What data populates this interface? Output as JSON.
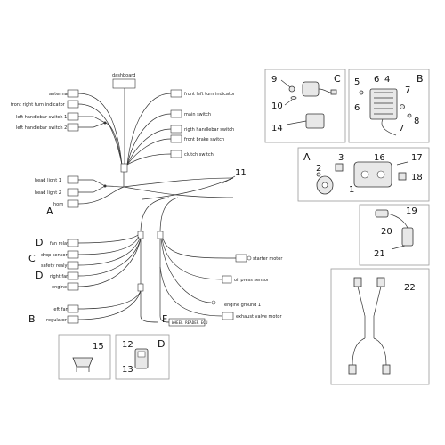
{
  "harness": {
    "labels": {
      "dashboard": "dashboard",
      "antenna": "antenna",
      "front_right_turn": "front right turn indicator",
      "left_switch_1": "left handlebar switch 1",
      "left_switch_2": "left handlebar switch 2",
      "head_light_1": "head light 1",
      "head_light_2": "head light 2",
      "horn": "horn",
      "front_left_turn": "front left turn indicator",
      "main_switch": "main switch",
      "right_switch": "rigth handlebar switch",
      "front_brake": "front brake switch",
      "clutch": "clutch switch",
      "fan_relay": "fan relay",
      "drop_sensor": "drop sensor",
      "safety_realy": "safety realy",
      "right_fan": "right fan",
      "engine": "engine",
      "left_fan": "left fan",
      "regulator": "regulator",
      "starter_motor": "starter motor",
      "oil_press": "oil press sensor",
      "engine_ground": "engine ground 1",
      "exhaust_valve": "exhaust valve motor",
      "wheel_reader": "WHEEL READER ECU"
    },
    "letters": {
      "A": "A",
      "D1": "D",
      "C": "C",
      "D2": "D",
      "B": "B",
      "F": "F"
    },
    "num_11": "11"
  },
  "panels": {
    "c_top": {
      "letter": "C",
      "n9": "9",
      "n10": "10",
      "n14": "14"
    },
    "b_top": {
      "letter": "B",
      "n5": "5",
      "n6": "6",
      "n4": "4",
      "n7a": "7",
      "n6b": "6",
      "n8": "8",
      "n7b": "7"
    },
    "a_mid": {
      "letter": "A",
      "n3": "3",
      "n16": "16",
      "n17": "17",
      "n2": "2",
      "n18": "18",
      "n1": "1"
    },
    "p19": {
      "n19": "19",
      "n20": "20",
      "n21": "21"
    },
    "p22": {
      "n22": "22"
    },
    "p15": {
      "n15": "15"
    },
    "p12": {
      "n12": "12",
      "letter": "D",
      "n13": "13"
    }
  }
}
